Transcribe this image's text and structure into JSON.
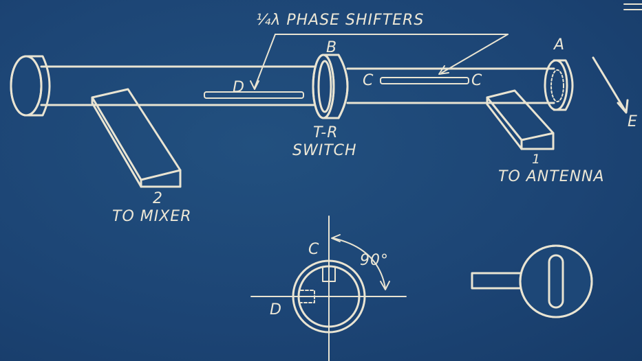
{
  "labels": {
    "phase_shifters": "¼λ PHASE SHIFTERS",
    "point_a": "A",
    "point_b": "B",
    "point_c_left": "C",
    "point_c_right": "C",
    "point_d": "D",
    "tr_line1": "T-R",
    "tr_line2": "SWITCH",
    "port_1_num": "1",
    "port_1_text": "TO ANTENNA",
    "port_2_num": "2",
    "port_2_text": "TO MIXER",
    "field_e": "E",
    "detail_c": "C",
    "detail_d": "D",
    "detail_angle": "90°"
  },
  "colors": {
    "background": "#1d4777",
    "ink": "#e9e4d2"
  }
}
